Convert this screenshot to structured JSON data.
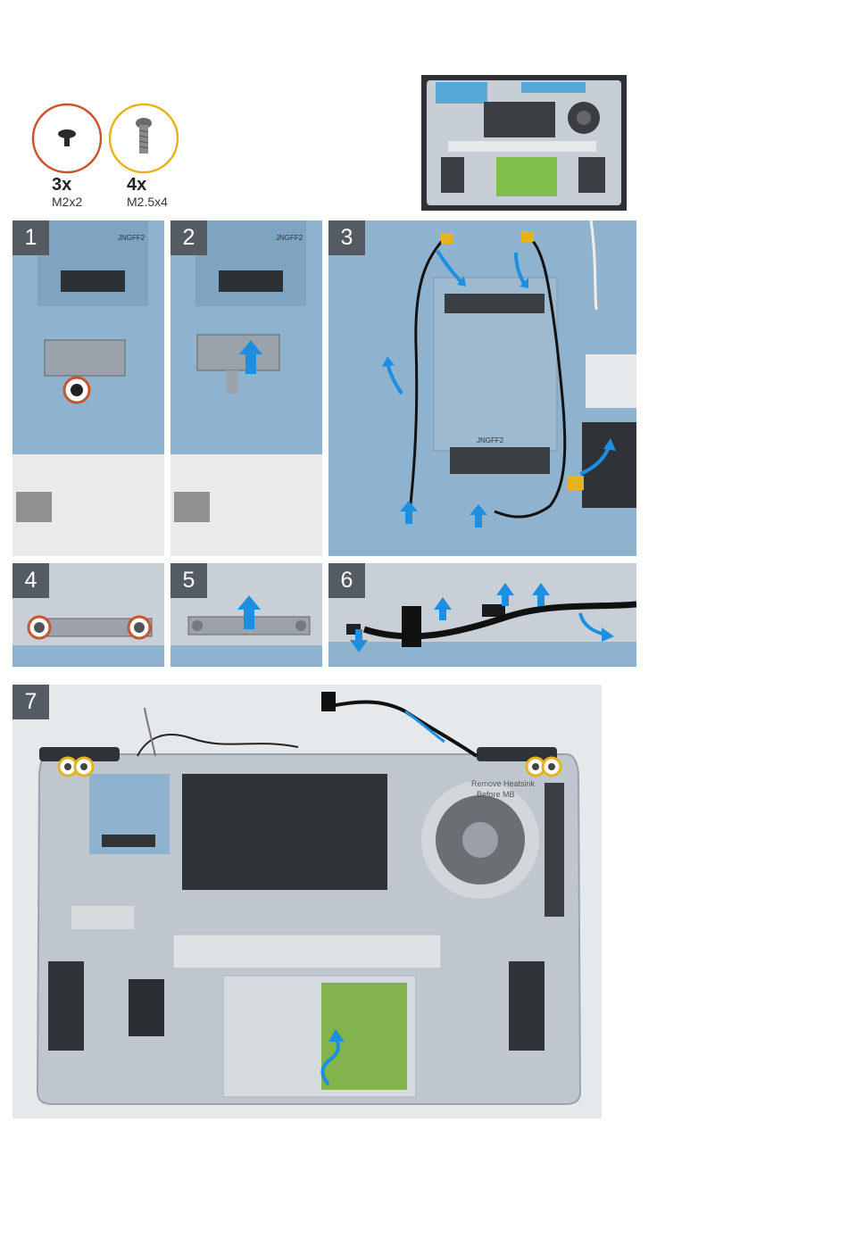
{
  "screws": [
    {
      "count": "3x",
      "size": "M2x2",
      "ring_color": "#c8542c",
      "icon": "flat-head-screw-icon"
    },
    {
      "count": "4x",
      "size": "M2.5x4",
      "ring_color": "#e8b21c",
      "icon": "long-screw-icon"
    }
  ],
  "steps": [
    {
      "number": "1"
    },
    {
      "number": "2"
    },
    {
      "number": "3"
    },
    {
      "number": "4"
    },
    {
      "number": "5"
    },
    {
      "number": "6"
    },
    {
      "number": "7"
    }
  ],
  "board_labels": {
    "slot_label": "JNGFF2",
    "heatsink_note_line1": "Remove Heatsink",
    "heatsink_note_line2": "Before MB"
  },
  "colors": {
    "arrow_blue": "#1c8fe0",
    "badge_gray": "#555b62",
    "board_blue": "#8fb3cf",
    "panel_gray": "#c9cfd6"
  }
}
